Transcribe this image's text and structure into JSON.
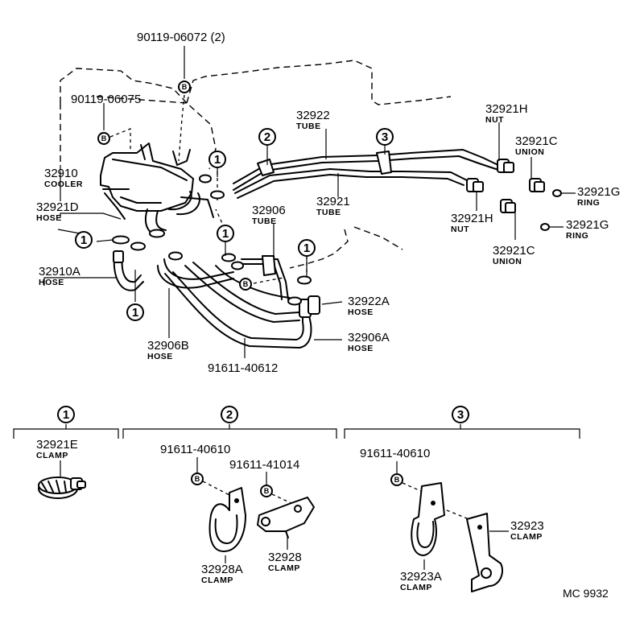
{
  "bolt_marker": "B",
  "callout_marker": "1",
  "callouts": {
    "c1": "1",
    "c2": "2",
    "c3": "3"
  },
  "labels": {
    "p90119_06072": "90119-06072 (2)",
    "p90119_06075": "90119-06075",
    "p32910": "32910",
    "p32910_name": "COOLER",
    "p32921D": "32921D",
    "p32921D_name": "HOSE",
    "p32910A": "32910A",
    "p32910A_name": "HOSE",
    "p32906B": "32906B",
    "p32906B_name": "HOSE",
    "p32906": "32906",
    "p32906_name": "TUBE",
    "p32922": "32922",
    "p32922_name": "TUBE",
    "p32921": "32921",
    "p32921_name": "TUBE",
    "p32921H_top": "32921H",
    "p32921H_top_name": "NUT",
    "p32921C_top": "32921C",
    "p32921C_top_name": "UNION",
    "p32921G_top": "32921G",
    "p32921G_top_name": "RING",
    "p32921H_bot": "32921H",
    "p32921H_bot_name": "NUT",
    "p32921G_bot": "32921G",
    "p32921G_bot_name": "RING",
    "p32921C_bot": "32921C",
    "p32921C_bot_name": "UNION",
    "p32922A": "32922A",
    "p32922A_name": "HOSE",
    "p32906A": "32906A",
    "p32906A_name": "HOSE",
    "p91611_40612": "91611-40612"
  },
  "details": {
    "d1_part": "32921E",
    "d1_name": "CLAMP",
    "d2_bolt1": "91611-40610",
    "d2_bolt2": "91611-41014",
    "d2_clampA": "32928A",
    "d2_clampA_name": "CLAMP",
    "d2_clamp": "32928",
    "d2_clamp_name": "CLAMP",
    "d3_bolt": "91611-40610",
    "d3_clamp": "32923",
    "d3_clamp_name": "CLAMP",
    "d3_clampA": "32923A",
    "d3_clampA_name": "CLAMP"
  },
  "footer_code": "MC  9932"
}
